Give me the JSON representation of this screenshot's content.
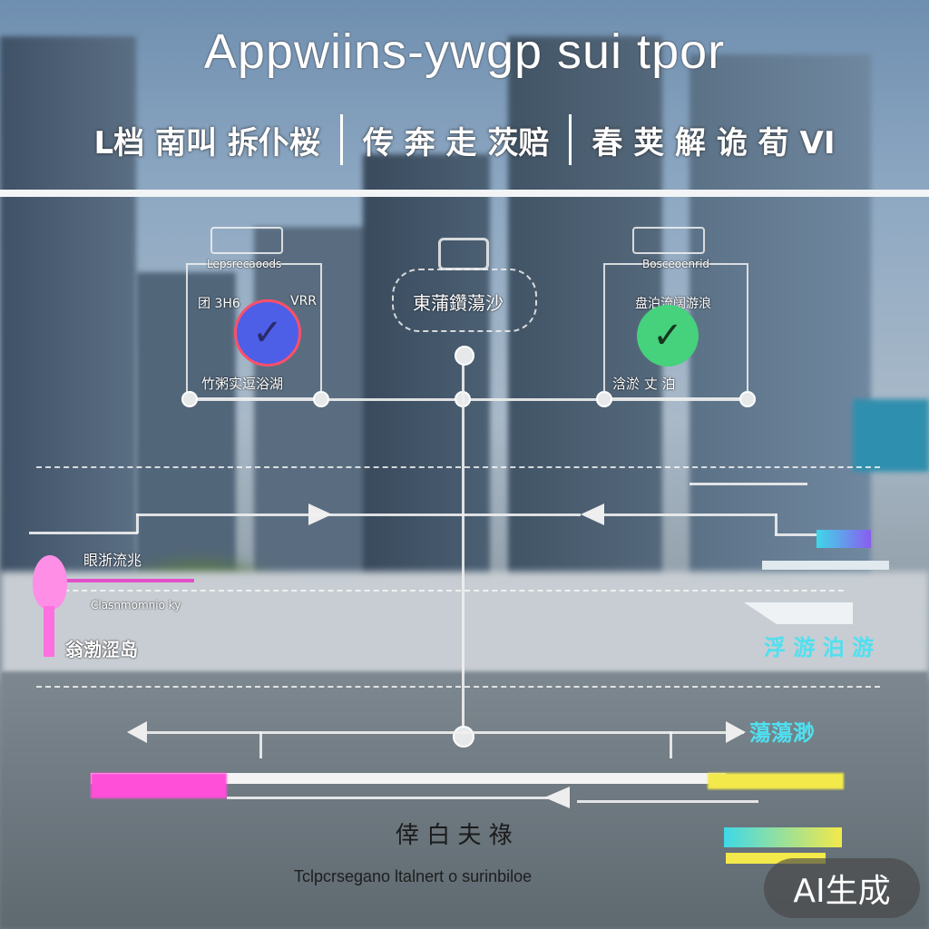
{
  "header": {
    "title": "Appwiins-ywgp sui tpor",
    "sections": [
      "L档 南叫 拆仆桜",
      "传 奔 走 茨赔",
      "春 荚 解 诡 荀 VI"
    ]
  },
  "left_card": {
    "heading": "Lepsrecaoods",
    "label_left": "团 3H6",
    "label_right": "VRR",
    "caption": "竹粥实逗浴湖"
  },
  "center_card": {
    "label": "東蒲鑽蕩沙"
  },
  "right_card": {
    "heading": "Bosceoenrid",
    "label": "盘泊流阔游浪",
    "caption": "浛淤 丈 泊"
  },
  "flow": {
    "left_label_1": "眼浙流兆",
    "left_label_2": "Clasnmomnio ky",
    "left_label_3": "翁渤涩岛",
    "right_label_1": "浮 游 泊 游",
    "right_label_2": "蕩蕩渺",
    "center_footer": "倖 白 夫 祿"
  },
  "footer": {
    "caption": "Tclpcrsegano ltalnert o surinbiloe",
    "badge": "AI生成"
  },
  "colors": {
    "check_left": "#4d5fe6",
    "check_right": "#46d17c",
    "accent_pink": "#ff4fd8",
    "accent_cyan": "#3fd8e8",
    "accent_yellow": "#f3e94a"
  }
}
